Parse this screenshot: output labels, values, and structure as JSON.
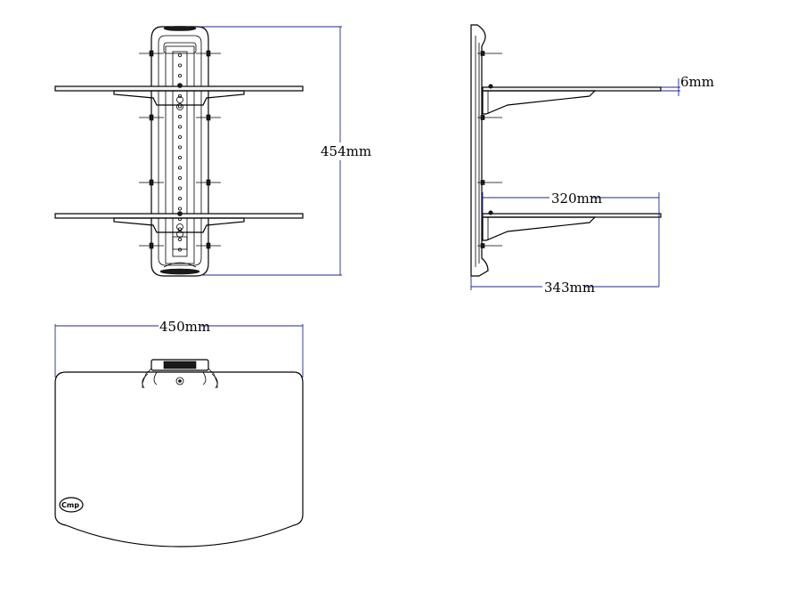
{
  "dimensions": {
    "height_label": "454mm",
    "thickness_label": "6mm",
    "depth_label": "320mm",
    "total_depth_label": "343mm",
    "width_label": "450mm"
  },
  "logo": {
    "text": "Cmp"
  },
  "colors": {
    "dimension_line": "#1f2a8a",
    "ink": "#000000",
    "background": "#ffffff"
  }
}
